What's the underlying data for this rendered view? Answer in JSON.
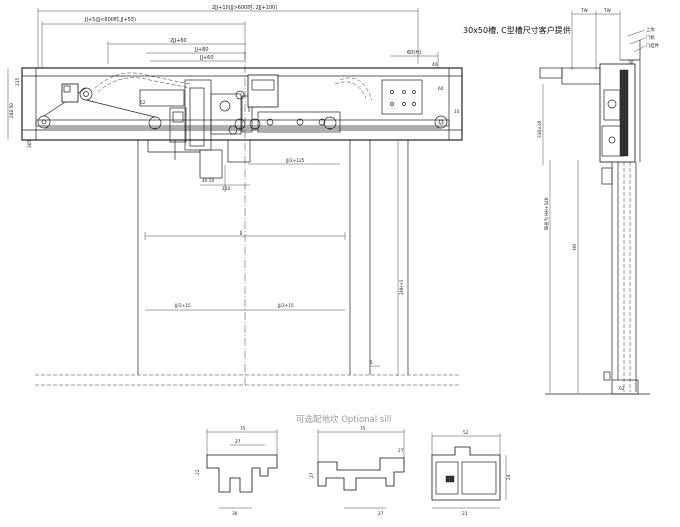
{
  "front_view": {
    "dim_top_total": "2JJ+10(JJ>600时, 2JJ+100)",
    "dim_jj_half_plus": "JJ+5(JJ<600时,JJ+55)",
    "dim_2jj_half": "2JJ+60",
    "dim_jj80": "JJ+80",
    "dim_jj60": "JJ+60",
    "dim_60": "60(H)",
    "dim_40": "40",
    "dim_52": "52",
    "dim_10": "10",
    "dim_60b": "60",
    "dim_left_height": "288 50",
    "dim_left_235": "235",
    "dim_left_305": "305",
    "dim_150": "150",
    "dim_40b": "40 50",
    "dim_jj2_125": "JJ/2+125",
    "dim_jj": "JJ",
    "dim_jj2_15_left": "JJ/2+15",
    "dim_jj2_15_right": "JJ/2+15",
    "dim_2hh": "2HH+5",
    "dim_5": "5"
  },
  "side_view": {
    "note": "30x50槽, C型槽尺寸客户提供",
    "dim_tw1": "TW",
    "dim_tw2": "TW",
    "dim_330": "330±10",
    "dim_hh": "HH",
    "dim_2hh_320": "缺省为 HH+320",
    "dim_ref": "30",
    "labels_right": [
      "上坎",
      "门机",
      "门挂件"
    ],
    "dim_bottom": "62"
  },
  "sill": {
    "caption": "可选配地坎  Optional sill",
    "sill1_top": "75",
    "sill1_inner": "27",
    "sill1_h": "22",
    "sill1_bottom": "36",
    "sill2_top": "75",
    "sill2_h1": "27",
    "sill2_h2": "27",
    "sill2_bottom": "27",
    "sill3_top": "52",
    "sill3_h": "24",
    "sill3_bottom": "21"
  }
}
